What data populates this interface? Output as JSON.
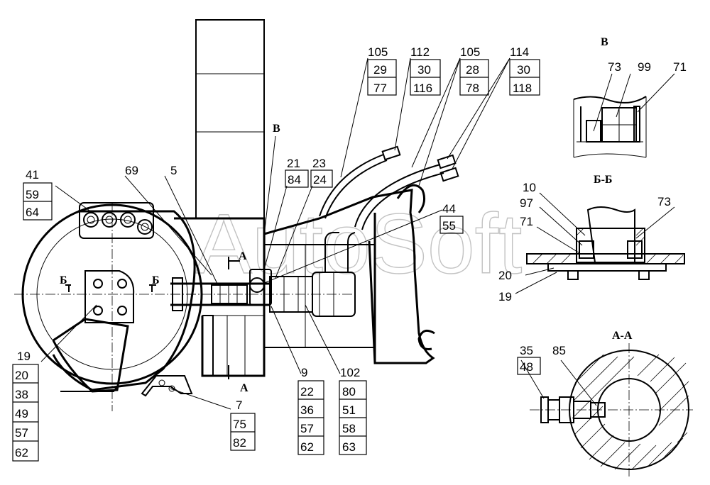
{
  "watermark": "AutoSoft",
  "sections": {
    "v": "В",
    "bb": "Б-Б",
    "aa": "А-А",
    "cut_a_top": "А",
    "cut_a_bottom": "А",
    "cut_b_left": "Б",
    "cut_b_right": "Б",
    "view_v": "В"
  },
  "callouts": [
    {
      "id": "c-105a",
      "numbers": [
        "105",
        "29",
        "77"
      ]
    },
    {
      "id": "c-112",
      "numbers": [
        "112",
        "30",
        "116"
      ]
    },
    {
      "id": "c-105b",
      "numbers": [
        "105",
        "28",
        "78"
      ]
    },
    {
      "id": "c-114",
      "numbers": [
        "114",
        "30",
        "118"
      ]
    },
    {
      "id": "c-41",
      "numbers": [
        "41",
        "59",
        "64"
      ]
    },
    {
      "id": "c-69",
      "numbers": [
        "69"
      ]
    },
    {
      "id": "c-5",
      "numbers": [
        "5"
      ]
    },
    {
      "id": "c-21",
      "numbers": [
        "21",
        "84"
      ]
    },
    {
      "id": "c-23",
      "numbers": [
        "23",
        "24"
      ]
    },
    {
      "id": "c-44",
      "numbers": [
        "44",
        "55"
      ]
    },
    {
      "id": "c-19",
      "numbers": [
        "19",
        "20",
        "38",
        "49",
        "57",
        "62"
      ]
    },
    {
      "id": "c-7",
      "numbers": [
        "7",
        "75",
        "82"
      ]
    },
    {
      "id": "c-9",
      "numbers": [
        "9",
        "22",
        "36",
        "57",
        "62"
      ]
    },
    {
      "id": "c-102",
      "numbers": [
        "102",
        "80",
        "51",
        "58",
        "63"
      ]
    },
    {
      "id": "c-73v",
      "numbers": [
        "73"
      ]
    },
    {
      "id": "c-99",
      "numbers": [
        "99"
      ]
    },
    {
      "id": "c-71v",
      "numbers": [
        "71"
      ]
    },
    {
      "id": "c-10",
      "numbers": [
        "10"
      ]
    },
    {
      "id": "c-97",
      "numbers": [
        "97"
      ]
    },
    {
      "id": "c-71b",
      "numbers": [
        "71"
      ]
    },
    {
      "id": "c-73b",
      "numbers": [
        "73"
      ]
    },
    {
      "id": "c-20b",
      "numbers": [
        "20"
      ]
    },
    {
      "id": "c-19b",
      "numbers": [
        "19"
      ]
    },
    {
      "id": "c-35",
      "numbers": [
        "35",
        "48"
      ]
    },
    {
      "id": "c-85",
      "numbers": [
        "85"
      ]
    }
  ]
}
